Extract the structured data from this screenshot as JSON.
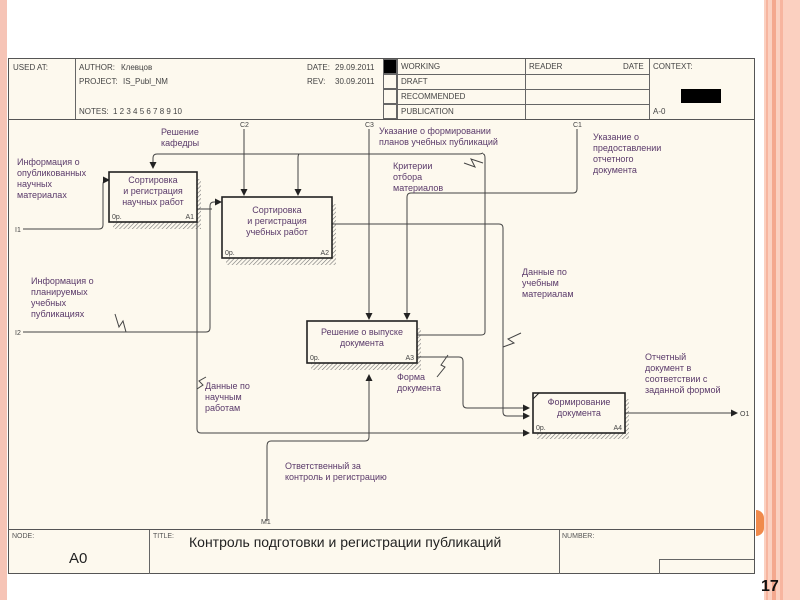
{
  "header": {
    "used_at_label": "USED AT:",
    "author_label": "AUTHOR:",
    "author": "Клевцов",
    "project_label": "PROJECT:",
    "project": "IS_Publ_NM",
    "notes_label": "NOTES:",
    "notes": "1  2  3  4  5  6  7  8  9  10",
    "date_label": "DATE:",
    "date": "29.09.2011",
    "rev_label": "REV:",
    "rev": "30.09.2011",
    "status": [
      {
        "label": "WORKING",
        "active": true
      },
      {
        "label": "DRAFT",
        "active": false
      },
      {
        "label": "RECOMMENDED",
        "active": false
      },
      {
        "label": "PUBLICATION",
        "active": false
      }
    ],
    "reader_label": "READER",
    "reader_date_label": "DATE",
    "context_label": "CONTEXT:",
    "context_node": "A-0"
  },
  "boxes": [
    {
      "id": "A1",
      "lines": [
        "Сортировка",
        "и регистрация",
        "научных работ"
      ],
      "cost": "0р.",
      "num": "A1"
    },
    {
      "id": "A2",
      "lines": [
        "Сортировка",
        "и регистрация",
        "учебных работ"
      ],
      "cost": "0р.",
      "num": "A2"
    },
    {
      "id": "A3",
      "lines": [
        "Решение о выпуске",
        "документа"
      ],
      "cost": "0р.",
      "num": "A3"
    },
    {
      "id": "A4",
      "lines": [
        "Формирование",
        "документа"
      ],
      "cost": "0р.",
      "num": "A4"
    }
  ],
  "arrow_labels": {
    "i1": [
      "Информация о",
      "опубликованных",
      "научных",
      "материалах"
    ],
    "i2": [
      "Информация о",
      "планируемых",
      "учебных",
      "публикациях"
    ],
    "c1": [
      "Указание о",
      "предоставлении",
      "отчетного",
      "документа"
    ],
    "c2": [
      "Решение",
      "кафедры"
    ],
    "c3": [
      "Указание о формировании",
      "планов учебных публикаций"
    ],
    "criteria": [
      "Критерии",
      "отбора",
      "материалов"
    ],
    "study_data": [
      "Данные по",
      "учебным",
      "материалам"
    ],
    "sci_data": [
      "Данные по",
      "научным",
      "работам"
    ],
    "form": [
      "Форма",
      "документа"
    ],
    "output": [
      "Отчетный",
      "документ в",
      "соответствии с",
      "заданной формой"
    ],
    "mech": [
      "Ответственный за",
      "контроль и регистрацию"
    ]
  },
  "tunnel_codes": {
    "i1": "I1",
    "i2": "I2",
    "c1": "C1",
    "c2": "C2",
    "c3": "C3",
    "m1": "M1",
    "o1": "O1"
  },
  "footer": {
    "node_label": "NODE:",
    "node": "A0",
    "title_label": "TITLE:",
    "title": "Контроль подготовки и регистрации публикаций",
    "number_label": "NUMBER:"
  },
  "slide": {
    "page_number": "17"
  },
  "colors": {
    "sheet_bg": "#fdf9ee",
    "label_text": "#5a3a6a",
    "line": "#444444",
    "accent_orange": "#f08a4b"
  }
}
